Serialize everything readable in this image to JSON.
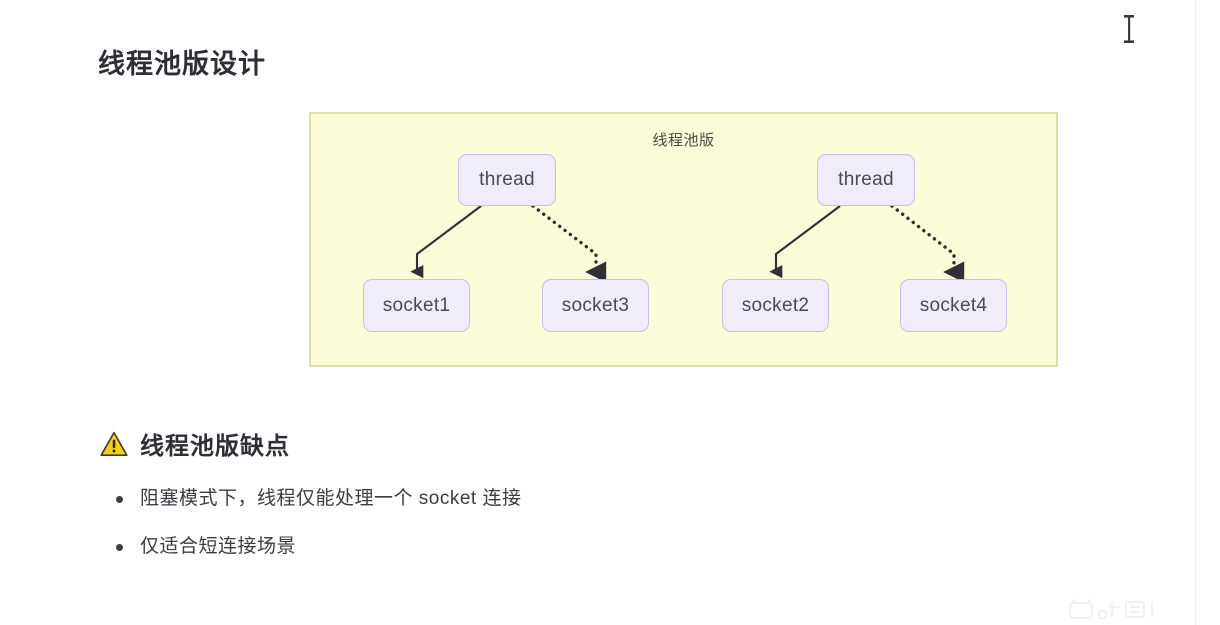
{
  "page": {
    "title": "线程池版设计",
    "background_color": "#ffffff"
  },
  "diagram": {
    "title": "线程池版",
    "fill_color": "#fbfbd8",
    "border_color": "#dedfab",
    "node_fill_color": "#f0ecfb",
    "node_border_color": "#c9bfe6",
    "edge_color": "#2f2f35",
    "nodes": {
      "thread_1": "thread",
      "thread_2": "thread",
      "socket_1": "socket1",
      "socket_3": "socket3",
      "socket_2": "socket2",
      "socket_4": "socket4"
    },
    "edges": [
      {
        "from": "thread_1",
        "to": "socket_1",
        "style": "solid"
      },
      {
        "from": "thread_1",
        "to": "socket_3",
        "style": "dotted"
      },
      {
        "from": "thread_2",
        "to": "socket_2",
        "style": "solid"
      },
      {
        "from": "thread_2",
        "to": "socket_4",
        "style": "dotted"
      }
    ]
  },
  "drawbacks": {
    "icon": "warning-triangle-icon",
    "heading": "线程池版缺点",
    "items": [
      "阻塞模式下，线程仅能处理一个 socket 连接",
      "仅适合短连接场景"
    ]
  },
  "cursor": {
    "type": "text-ibeam-cursor"
  },
  "watermark": {
    "label": "bilibili"
  }
}
